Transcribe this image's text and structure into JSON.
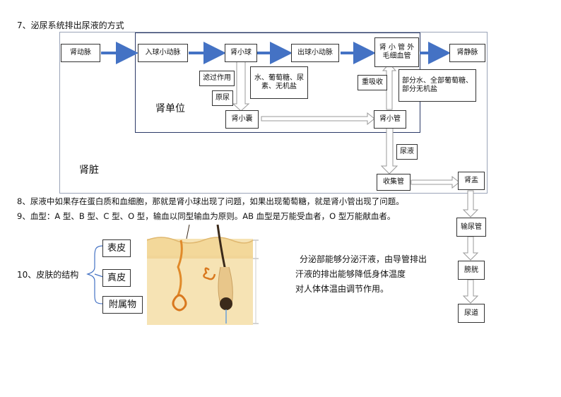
{
  "heading7": "7、泌尿系统排出尿液的方式",
  "kidney_label": "肾脏",
  "nephron_label": "肾单位",
  "flow": {
    "renal_artery": "肾动脉",
    "afferent": "入球小动脉",
    "glomerulus": "肾小球",
    "efferent": "出球小动脉",
    "capillary": "肾 小 管 外\n毛细血管",
    "renal_vein": "肾静脉",
    "filtration": "滤过作用",
    "filtered_items": "水、葡萄糖、尿\n素、无机盐",
    "primary_urine": "原尿",
    "reabsorption": "重吸收",
    "reabsorbed_items": "部分水、全部葡萄糖、\n部分无机盐",
    "capsule": "肾小囊",
    "tubule": "肾小管",
    "urine": "尿液",
    "collecting_duct": "收集管",
    "renal_pelvis": "肾盂",
    "ureter": "输尿管",
    "bladder": "膀胱",
    "urethra": "尿道"
  },
  "line8": "8、尿液中如果存在蛋白质和血细胞，那就是肾小球出现了问题，如果出现葡萄糖，就是肾小管出现了问题。",
  "line9": "9、血型：A 型、B 型、C 型、O 型，输血以同型输血为原则。AB 血型是万能受血者，O 型万能献血者。",
  "skin": {
    "heading": "10、皮肤的结构",
    "epidermis": "表皮",
    "dermis": "真皮",
    "appendages": "附属物",
    "desc1": "分泌部能够分泌汗液，由导管排出",
    "desc2": "汗液的排出能够降低身体温度",
    "desc3": "对人体体温由调节作用。"
  },
  "colors": {
    "arrow": "#4472c4",
    "light_arrow": "#a9a9a9",
    "skin_top": "#f3d89a",
    "skin_body": "#f6e3b4"
  }
}
